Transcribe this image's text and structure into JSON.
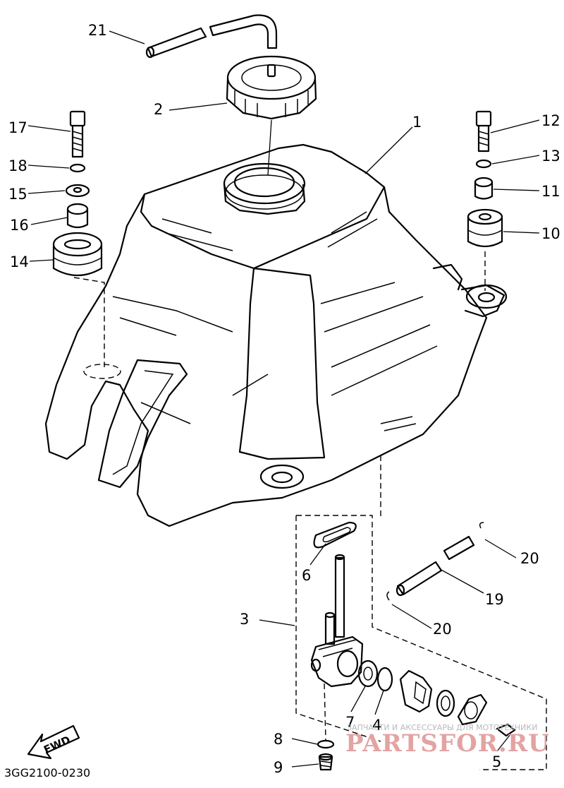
{
  "diagram": {
    "code": "3GG2100-0230",
    "fwd_label": "FWD",
    "watermark_text": "ЗАПЧАСТИ И АКСЕССУАРЫ ДЛЯ МОТОТЕХНИКИ",
    "watermark_logo": "PARTSFOR.RU",
    "colors": {
      "line": "#000000",
      "background": "#ffffff",
      "watermark_logo": "#e3a3a3"
    }
  },
  "callouts": [
    {
      "id": "c1",
      "text": "1"
    },
    {
      "id": "c2",
      "text": "2"
    },
    {
      "id": "c3",
      "text": "3"
    },
    {
      "id": "c4",
      "text": "4"
    },
    {
      "id": "c5",
      "text": "5"
    },
    {
      "id": "c6",
      "text": "6"
    },
    {
      "id": "c7",
      "text": "7"
    },
    {
      "id": "c8",
      "text": "8"
    },
    {
      "id": "c9",
      "text": "9"
    },
    {
      "id": "c10",
      "text": "10"
    },
    {
      "id": "c11",
      "text": "11"
    },
    {
      "id": "c12",
      "text": "12"
    },
    {
      "id": "c13",
      "text": "13"
    },
    {
      "id": "c14",
      "text": "14"
    },
    {
      "id": "c15",
      "text": "15"
    },
    {
      "id": "c16",
      "text": "16"
    },
    {
      "id": "c17",
      "text": "17"
    },
    {
      "id": "c18",
      "text": "18"
    },
    {
      "id": "c19",
      "text": "19"
    },
    {
      "id": "c20a",
      "text": "20"
    },
    {
      "id": "c20b",
      "text": "20"
    },
    {
      "id": "c21",
      "text": "21"
    }
  ]
}
